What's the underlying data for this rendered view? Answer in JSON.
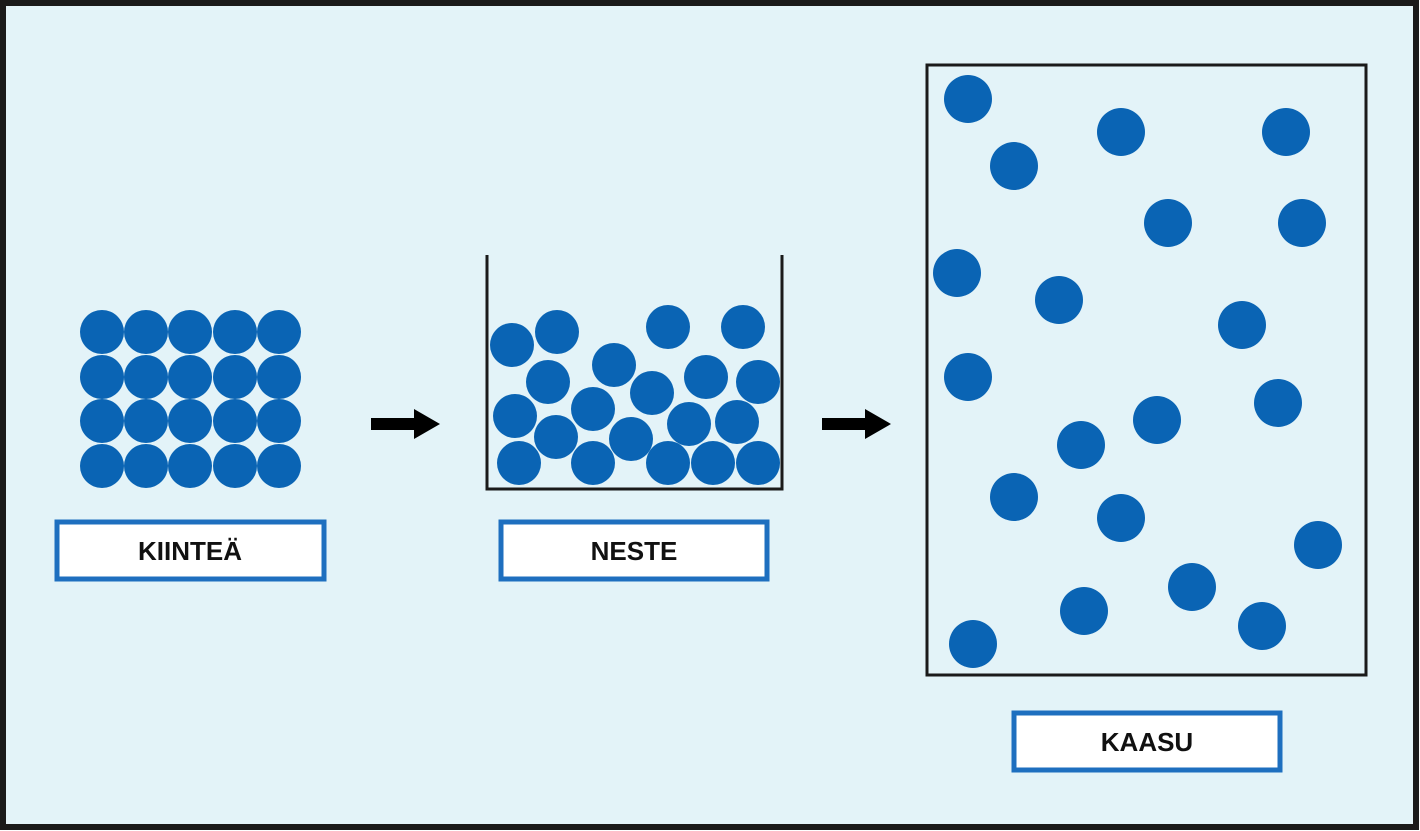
{
  "colors": {
    "background": "#e3f3f8",
    "particle": "#0a64b4",
    "label_border": "#1e6fbf",
    "outline": "#1a1a1a",
    "arrow": "#000000"
  },
  "states": {
    "solid": {
      "label": "KIINTEÄ"
    },
    "liquid": {
      "label": "NESTE"
    },
    "gas": {
      "label": "KAASU"
    }
  }
}
